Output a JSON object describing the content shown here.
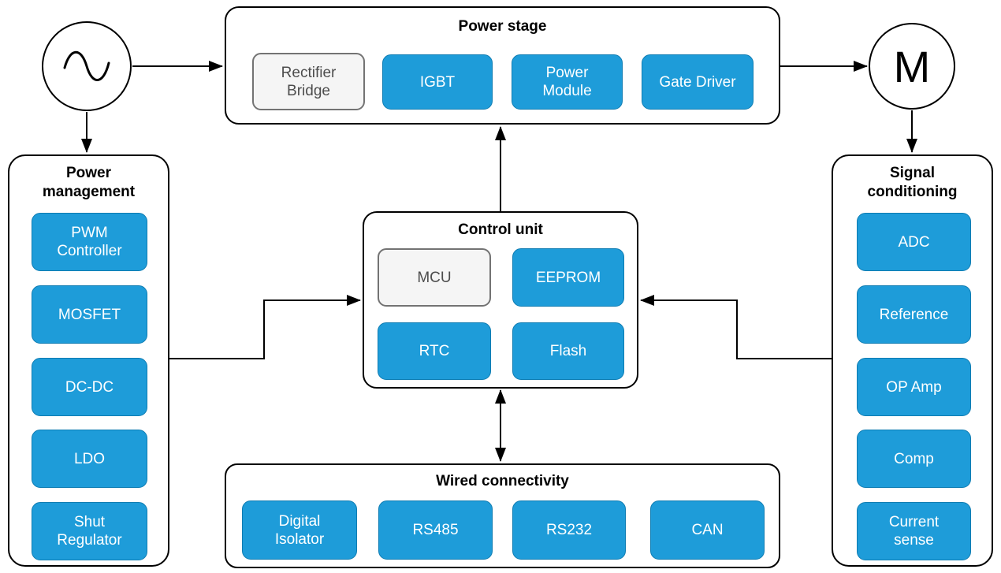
{
  "diagram": {
    "nodes": {
      "ac_source": {
        "icon": "sine-wave"
      },
      "motor": {
        "label": "M"
      }
    },
    "containers": {
      "power_stage": {
        "title": "Power stage",
        "blocks": [
          {
            "label": "Rectifier Bridge",
            "variant": "gray"
          },
          {
            "label": "IGBT",
            "variant": "blue"
          },
          {
            "label": "Power Module",
            "variant": "blue"
          },
          {
            "label": "Gate Driver",
            "variant": "blue"
          }
        ]
      },
      "power_management": {
        "title": "Power management",
        "blocks": [
          {
            "label": "PWM Controller",
            "variant": "blue"
          },
          {
            "label": "MOSFET",
            "variant": "blue"
          },
          {
            "label": "DC-DC",
            "variant": "blue"
          },
          {
            "label": "LDO",
            "variant": "blue"
          },
          {
            "label": "Shut Regulator",
            "variant": "blue"
          }
        ]
      },
      "control_unit": {
        "title": "Control unit",
        "blocks": [
          {
            "label": "MCU",
            "variant": "gray"
          },
          {
            "label": "EEPROM",
            "variant": "blue"
          },
          {
            "label": "RTC",
            "variant": "blue"
          },
          {
            "label": "Flash",
            "variant": "blue"
          }
        ]
      },
      "signal_conditioning": {
        "title": "Signal conditioning",
        "blocks": [
          {
            "label": "ADC",
            "variant": "blue"
          },
          {
            "label": "Reference",
            "variant": "blue"
          },
          {
            "label": "OP Amp",
            "variant": "blue"
          },
          {
            "label": "Comp",
            "variant": "blue"
          },
          {
            "label": "Current sense",
            "variant": "blue"
          }
        ]
      },
      "wired_connectivity": {
        "title": "Wired connectivity",
        "blocks": [
          {
            "label": "Digital Isolator",
            "variant": "blue"
          },
          {
            "label": "RS485",
            "variant": "blue"
          },
          {
            "label": "RS232",
            "variant": "blue"
          },
          {
            "label": "CAN",
            "variant": "blue"
          }
        ]
      }
    },
    "connections": [
      {
        "from": "ac-source",
        "to": "power-stage",
        "direction": "right"
      },
      {
        "from": "ac-source",
        "to": "power-management",
        "direction": "down"
      },
      {
        "from": "power-stage",
        "to": "motor",
        "direction": "right"
      },
      {
        "from": "motor",
        "to": "signal-conditioning",
        "direction": "down"
      },
      {
        "from": "control-unit",
        "to": "power-stage",
        "direction": "up"
      },
      {
        "from": "power-management",
        "to": "control-unit",
        "direction": "elbow-right"
      },
      {
        "from": "signal-conditioning",
        "to": "control-unit",
        "direction": "elbow-left"
      },
      {
        "from": "control-unit",
        "to": "wired-connectivity",
        "direction": "both"
      }
    ],
    "colors": {
      "block_blue_fill": "#1E9CD9",
      "block_blue_border": "#0E7CB2",
      "block_gray_fill": "#F5F5F5",
      "block_gray_border": "#737373",
      "block_gray_text": "#4D4D4D",
      "block_text": "#FFFFFF",
      "outline": "#000000",
      "background": "#FFFFFF"
    }
  }
}
